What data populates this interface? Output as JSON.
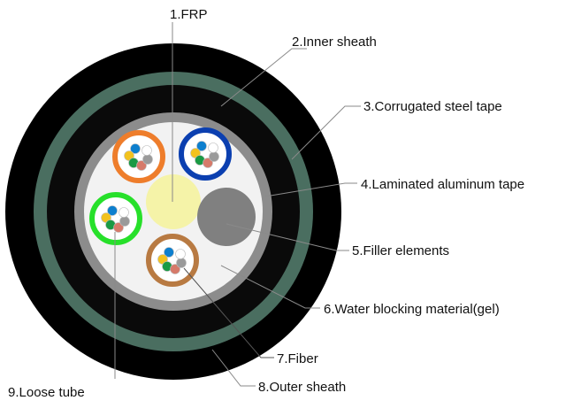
{
  "labels": {
    "frp": "1.FRP",
    "inner_sheath": "2.Inner sheath",
    "corrugated_steel_tape": "3.Corrugated steel tape",
    "laminated_aluminum_tape": "4.Laminated aluminum tape",
    "filler_elements": "5.Filler elements",
    "water_blocking": "6.Water blocking material(gel)",
    "fiber": "7.Fiber",
    "outer_sheath": "8.Outer sheath",
    "loose_tube": "9.Loose tube"
  },
  "colors": {
    "outer_sheath": "#000000",
    "steel_tape": "#4a6e60",
    "inner_sheath": "#0a0a0a",
    "aluminum_tape": "#8c8c8c",
    "gel": "#f2f2f2",
    "frp": "#f5f3a8",
    "filler": "#808080",
    "tube_orange": "#ee7d2b",
    "tube_blue": "#0b3fb0",
    "tube_green": "#27e02a",
    "tube_brown": "#b87a42"
  },
  "fiber_colors": [
    "#0d7fce",
    "#f2c21e",
    "#1a9a44",
    "#d67a6a",
    "#9a9a9a",
    "#ffffff"
  ]
}
